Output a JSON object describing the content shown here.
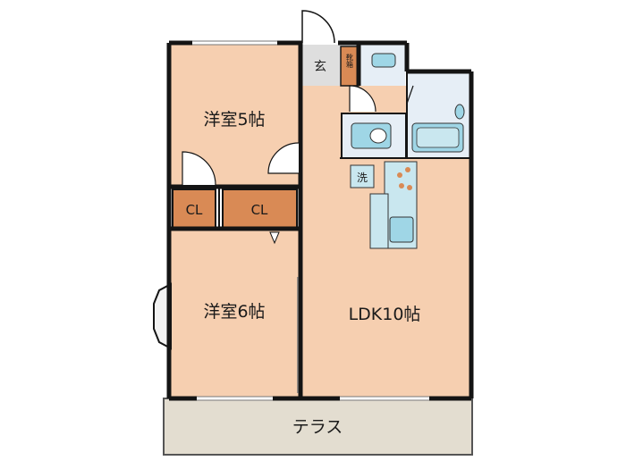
{
  "rooms": {
    "western_room_5": "洋室5帖",
    "western_room_6": "洋室6帖",
    "ldk": "LDK10帖",
    "closet_left": "CL",
    "closet_right": "CL",
    "entrance": "玄",
    "shoe_box": "靴箱",
    "washer": "洗",
    "terrace": "テラス"
  },
  "colors": {
    "room_floor": "#f6cfb0",
    "closet": "#d98a55",
    "terrace": "#e3ddd0",
    "entrance": "#dedede",
    "water_area": "#e6eef6",
    "fixture": "#9fd6e6",
    "kitchen": "#c9e7ef",
    "wall": "#141414"
  }
}
